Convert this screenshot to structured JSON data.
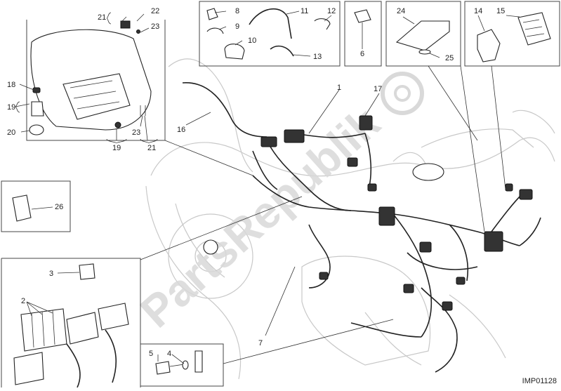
{
  "watermark": "PartsRepublik",
  "drawing_code": "IMP01128",
  "callouts": {
    "c1": "1",
    "c2": "2",
    "c3": "3",
    "c4": "4",
    "c5": "5",
    "c6": "6",
    "c7": "7",
    "c8": "8",
    "c9": "9",
    "c10": "10",
    "c11": "11",
    "c12": "12",
    "c13": "13",
    "c14": "14",
    "c15": "15",
    "c16": "16",
    "c17": "17",
    "c18": "18",
    "c19a": "19",
    "c19b": "19",
    "c20": "20",
    "c21a": "21",
    "c21b": "21",
    "c22": "22",
    "c23a": "23",
    "c23b": "23",
    "c24": "24",
    "c25": "25",
    "c26": "26"
  }
}
